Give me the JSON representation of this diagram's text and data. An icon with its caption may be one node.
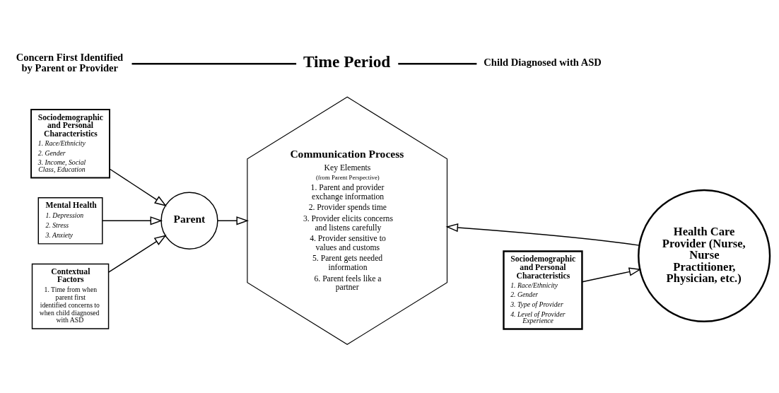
{
  "diagram": {
    "nodes": [
      {
        "text": [
          "Sociodemographic and Personal Characteristics",
          "1. Race/Ethnicity",
          "2. Gender",
          "3. Income, Social Class, Education"
        ]
      },
      {
        "text": [
          "Mental Health",
          "1. Depression",
          "2. Stress",
          "3. Anxiety"
        ]
      },
      {
        "text": [
          "Contextual Factors",
          "1. Time from when parent first identified concerns to when child diagnosed with ASD"
        ]
      },
      {
        "text": [
          "Parent"
        ]
      },
      {
        "text": [
          "Communication Process",
          "Key Elements",
          "(from Parent Perspective)",
          "1. Parent and provider exchange information",
          "2. Provider spends time",
          "3. Provider elicits concerns and listens carefully",
          "4. Provider sensitive to values and customs",
          "5. Parent gets needed information",
          "6. Parent feels like a partner"
        ]
      },
      {
        "text": [
          "Health Care Provider (Nurse, Nurse Practitioner, Physician, etc.)"
        ]
      },
      {
        "text": [
          "Sociodemographic and Personal Characteristics",
          "1. Race/Ethnicity",
          "2. Gender",
          "3. Type of Provider",
          "4. Level of Provider Experience"
        ]
      },
      {
        "text": [
          "Concern First Identified by Parent or Provider"
        ]
      },
      {
        "text": [
          "Time Period"
        ]
      },
      {
        "text": [
          "Child Diagnosed with ASD"
        ]
      }
    ],
    "edges": [
      {
        "from": 0,
        "to": 3,
        "arrow": "to"
      },
      {
        "from": 1,
        "to": 3,
        "arrow": "to"
      },
      {
        "from": 2,
        "to": 3,
        "arrow": "to"
      },
      {
        "from": 3,
        "to": 4,
        "arrow": "to"
      },
      {
        "from": 5,
        "to": 4,
        "arrow": "to"
      },
      {
        "from": 6,
        "to": 5,
        "arrow": "to"
      },
      {
        "from": 7,
        "to": 8,
        "arrow": "none"
      },
      {
        "from": 8,
        "to": 9,
        "arrow": "none"
      }
    ]
  }
}
